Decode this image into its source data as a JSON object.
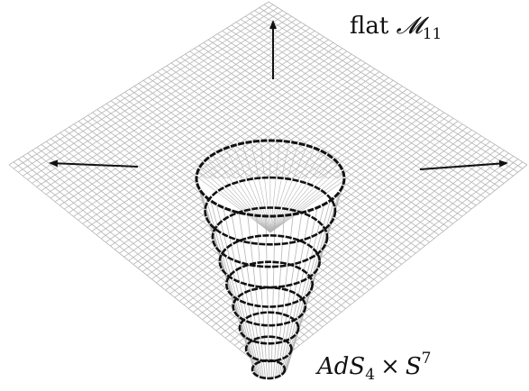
{
  "labels": {
    "flat": {
      "prefix": "flat",
      "symbol": "𝓜",
      "subscript": "11"
    },
    "ads": {
      "base": "AdS",
      "sub": "4",
      "times": "×",
      "sphere": "S",
      "sup": "7"
    }
  },
  "colors": {
    "mesh": "#b5b5b5",
    "cone_rings": "#111111",
    "arrows": "#111111",
    "background": "#ffffff"
  },
  "arrows": [
    "up",
    "left",
    "right"
  ]
}
